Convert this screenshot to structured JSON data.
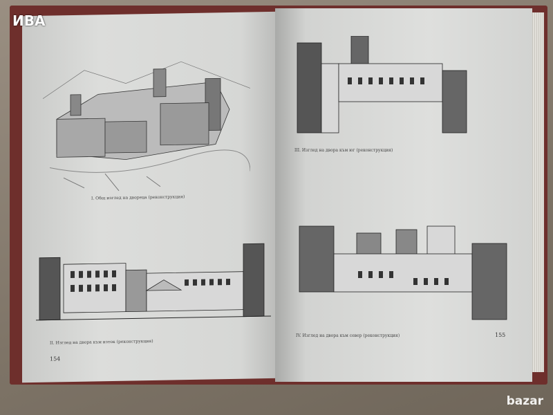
{
  "watermark": "ИВА",
  "logo": "bazar",
  "left_page": {
    "caption_top": "I. Общ изглед на двореца (реконструкция)",
    "caption_bottom": "II. Изглед на двора към изток (реконструкция)",
    "page_number": "154"
  },
  "right_page": {
    "caption_top": "III. Изглед на двора към юг (реконструкция)",
    "caption_bottom": "IV. Изглед на двора към север (реконструкция)",
    "page_number": "155"
  }
}
